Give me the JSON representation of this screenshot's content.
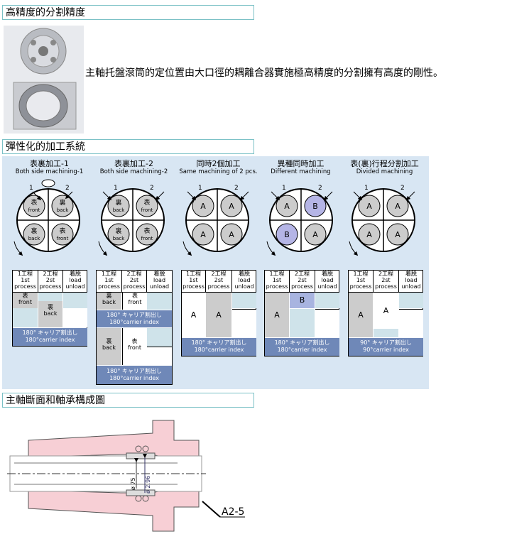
{
  "sections": {
    "precision": "高精度的分割精度",
    "flexible": "彈性化的加工系統",
    "spindle": "主軸斷面和軸承構成圖"
  },
  "description": "主軸托盤滾筒的定位置由大口徑的耦離合器實施極高精度的分割擁有高度的剛性。",
  "modes": [
    {
      "jp": "表裏加工-1",
      "en": "Both side machining-1"
    },
    {
      "jp": "表裏加工-2",
      "en": "Both side machining-2"
    },
    {
      "jp": "同時2個加工",
      "en": "Same machining of 2 pcs."
    },
    {
      "jp": "異種同時加工",
      "en": "Different machining"
    },
    {
      "jp": "表(裏)行程分割加工",
      "en": "Divided machining"
    }
  ],
  "table_headers": {
    "p1_jp": "1工程",
    "p1_en1": "1st",
    "p1_en2": "process",
    "p2_jp": "2工程",
    "p2_en1": "2st",
    "p2_en2": "process",
    "load_jp": "着脱",
    "load_en1": "load",
    "load_en2": "unload"
  },
  "cells": {
    "front_jp": "表",
    "front_en": "front",
    "back_jp": "裏",
    "back_en": "back",
    "a": "A",
    "b": "B"
  },
  "carrier": {
    "c180_jp": "180° キャリア割出し",
    "c180_en": "180°carrier index",
    "c90_jp": "90° キャリア割出し",
    "c90_en": "90°carrier index"
  },
  "arrows": {
    "one": "1",
    "two": "2"
  },
  "drawing": {
    "dia1": "ø 75",
    "dia2": "ø 2.96",
    "label": "A2-5"
  },
  "colors": {
    "blue": "#6f88b8",
    "gray": "#cccccc",
    "lightblue": "#cfe3ea",
    "panel": "#d8e6f3",
    "pink": "#f7cfd5"
  }
}
